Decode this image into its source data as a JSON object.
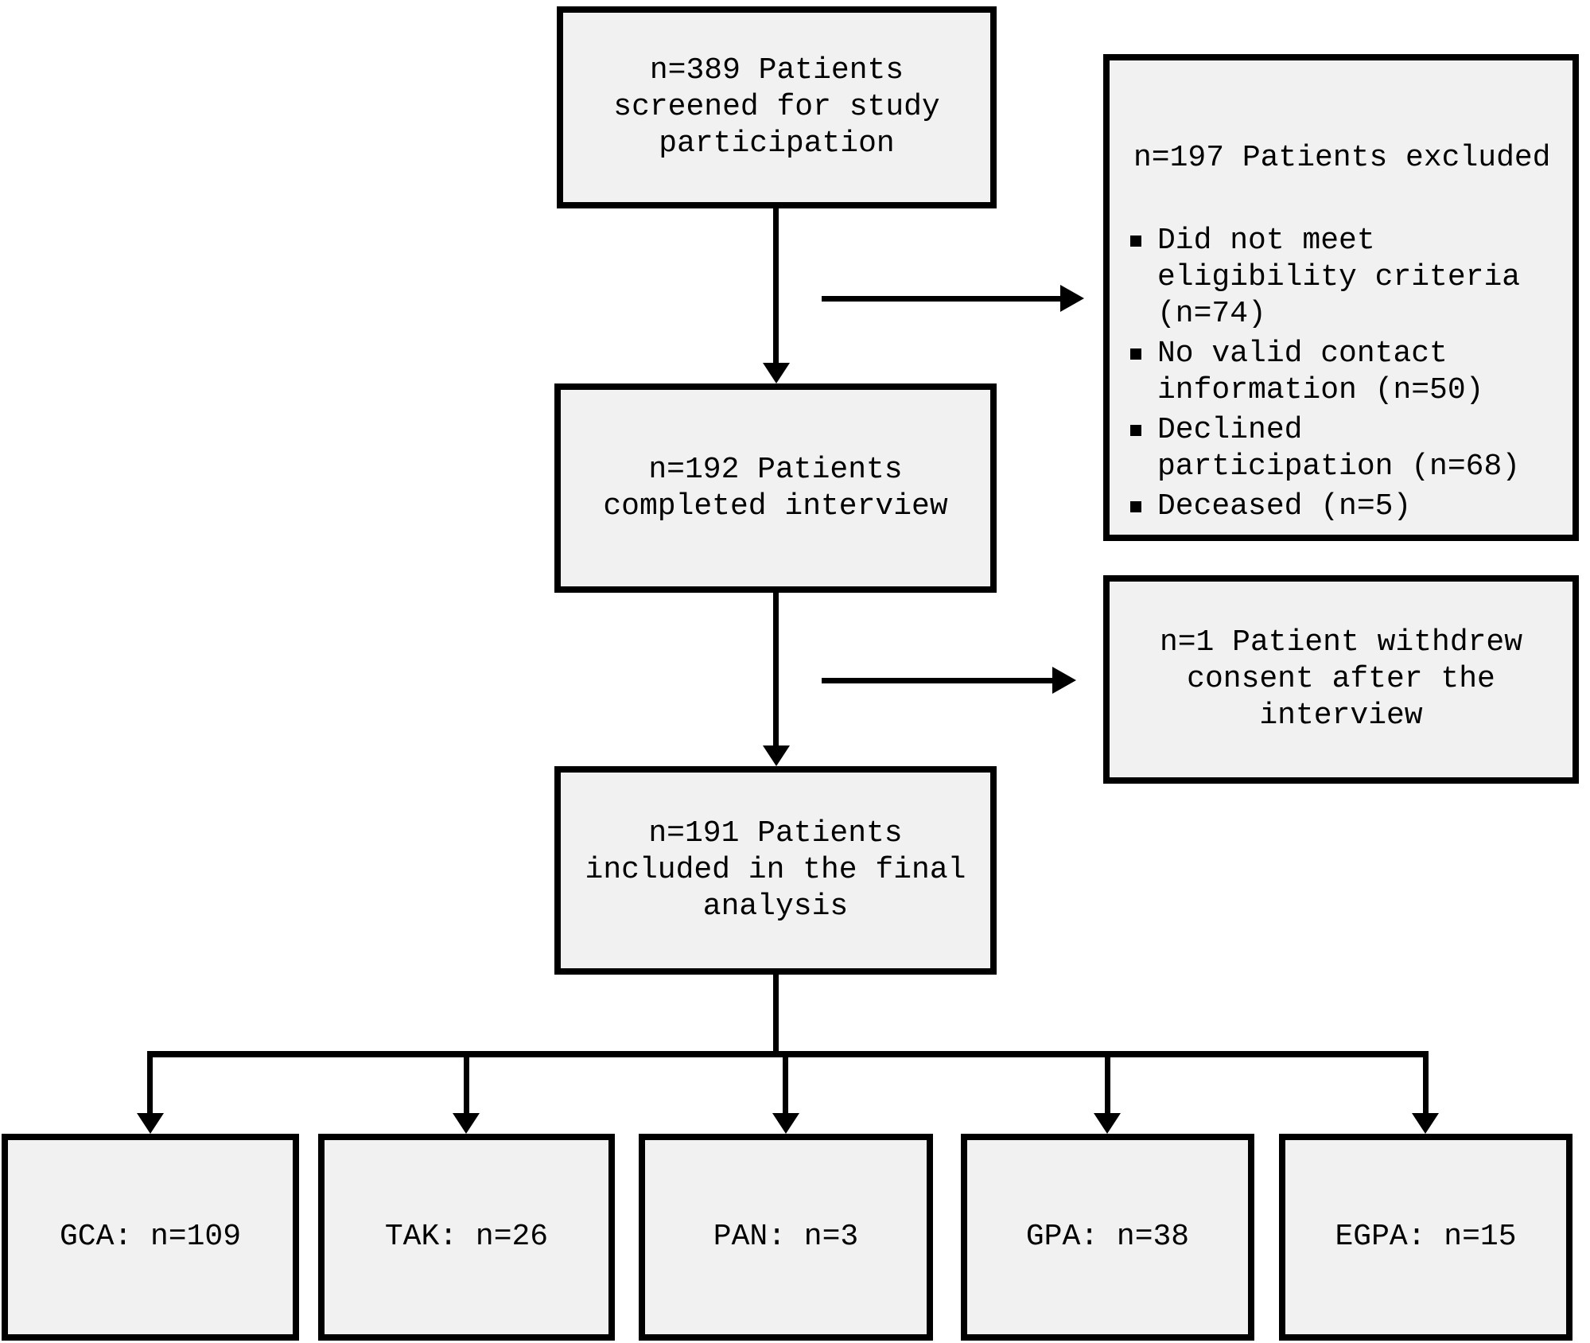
{
  "flowchart": {
    "boxes": {
      "screened": {
        "text": "n=389 Patients\nscreened for study\nparticipation"
      },
      "excluded": {
        "title": "n=197 Patients excluded",
        "items": [
          "Did not meet\neligibility criteria\n(n=74)",
          "No valid contact\ninformation (n=50)",
          "Declined\nparticipation (n=68)",
          "Deceased (n=5)"
        ]
      },
      "interviewed": {
        "text": "n=192 Patients\ncompleted interview"
      },
      "withdrew": {
        "text": "n=1 Patient withdrew\nconsent after the\ninterview"
      },
      "final": {
        "text": "n=191 Patients\nincluded in the final\nanalysis"
      },
      "groups": [
        {
          "label": "GCA: n=109"
        },
        {
          "label": "TAK: n=26"
        },
        {
          "label": "PAN: n=3"
        },
        {
          "label": "GPA: n=38"
        },
        {
          "label": "EGPA: n=15"
        }
      ]
    },
    "colors": {
      "box_fill": "#f1f1f1",
      "box_border": "#000000",
      "text": "#000000",
      "background": "#ffffff"
    }
  }
}
